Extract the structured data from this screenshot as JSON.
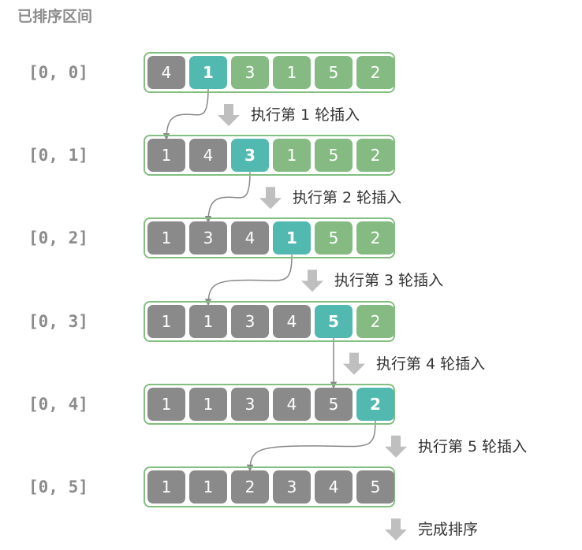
{
  "title": "已排序区间",
  "colors": {
    "sorted": "#8a8a8a",
    "key": "#52b9b0",
    "unsorted": "#85bb82",
    "border": "#82bf80"
  },
  "rows": [
    {
      "range": "[0, 0]",
      "values": [
        "4",
        "1",
        "3",
        "1",
        "5",
        "2"
      ],
      "key_index": 1,
      "sorted_end": 0,
      "insert_to": 0,
      "step": "执行第 1 轮插入"
    },
    {
      "range": "[0, 1]",
      "values": [
        "1",
        "4",
        "3",
        "1",
        "5",
        "2"
      ],
      "key_index": 2,
      "sorted_end": 1,
      "insert_to": 1,
      "step": "执行第 2 轮插入"
    },
    {
      "range": "[0, 2]",
      "values": [
        "1",
        "3",
        "4",
        "1",
        "5",
        "2"
      ],
      "key_index": 3,
      "sorted_end": 2,
      "insert_to": 1,
      "step": "执行第 3 轮插入"
    },
    {
      "range": "[0, 3]",
      "values": [
        "1",
        "1",
        "3",
        "4",
        "5",
        "2"
      ],
      "key_index": 4,
      "sorted_end": 3,
      "insert_to": 4,
      "step": "执行第 4 轮插入"
    },
    {
      "range": "[0, 4]",
      "values": [
        "1",
        "1",
        "3",
        "4",
        "5",
        "2"
      ],
      "key_index": 5,
      "sorted_end": 4,
      "insert_to": 2,
      "step": "执行第 5 轮插入"
    },
    {
      "range": "[0, 5]",
      "values": [
        "1",
        "1",
        "2",
        "3",
        "4",
        "5"
      ],
      "key_index": -1,
      "sorted_end": 5,
      "insert_to": -1,
      "step": "完成排序"
    }
  ]
}
